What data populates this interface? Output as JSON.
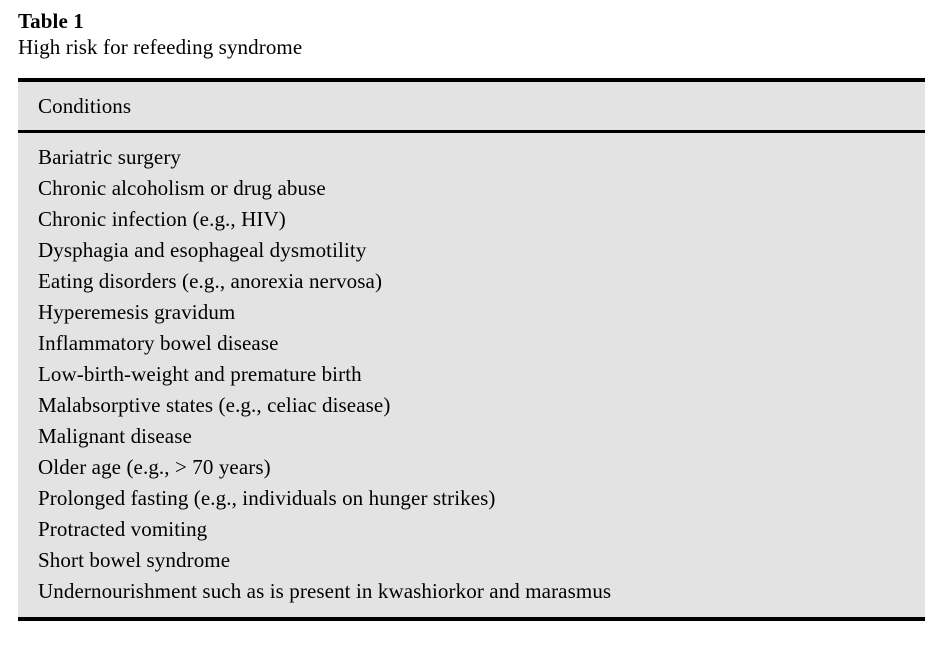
{
  "caption": {
    "label": "Table 1",
    "title": "High risk for refeeding syndrome"
  },
  "table": {
    "columns": [
      "Conditions"
    ],
    "rows": [
      "Bariatric surgery",
      "Chronic alcoholism or drug abuse",
      "Chronic infection (e.g., HIV)",
      "Dysphagia and esophageal dysmotility",
      "Eating disorders (e.g., anorexia nervosa)",
      "Hyperemesis gravidum",
      "Inflammatory bowel disease",
      "Low-birth-weight and premature birth",
      "Malabsorptive states (e.g., celiac disease)",
      "Malignant disease",
      "Older age (e.g., > 70 years)",
      "Prolonged fasting (e.g., individuals on hunger strikes)",
      "Protracted vomiting",
      "Short bowel syndrome",
      "Undernourishment such as is present in kwashiorkor and marasmus"
    ]
  },
  "colors": {
    "page_background": "#ffffff",
    "table_background": "#e3e3e3",
    "rule": "#000000",
    "text": "#000000"
  }
}
